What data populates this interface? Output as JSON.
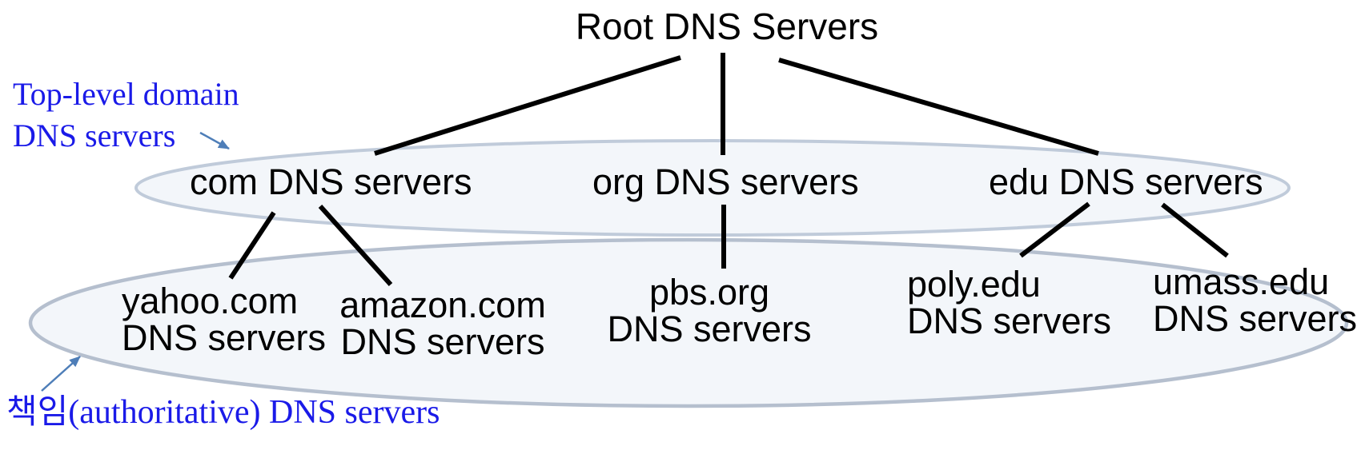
{
  "diagram": {
    "title": "Root DNS Servers",
    "annotations": {
      "tld": {
        "line1": "Top-level domain",
        "line2": "DNS servers"
      },
      "authoritative": {
        "prefix": "책임",
        "rest": "(authoritative) DNS servers"
      }
    },
    "tld_nodes": {
      "com": "com DNS servers",
      "org": "org DNS servers",
      "edu": "edu DNS servers"
    },
    "authoritative_nodes": {
      "yahoo": {
        "line1": "yahoo.com",
        "line2": "DNS servers"
      },
      "amazon": {
        "line1": "amazon.com",
        "line2": "DNS servers"
      },
      "pbs": {
        "line1": "pbs.org",
        "line2": "DNS servers"
      },
      "poly": {
        "line1": "poly.edu",
        "line2": "DNS servers"
      },
      "umass": {
        "line1": "umass.edu",
        "line2": "DNS servers"
      }
    },
    "colors": {
      "text": "#000000",
      "annotation_text": "#1A1AE8",
      "arrow": "#4E7EB8",
      "connector": "#000000",
      "ellipse_fill": "#F3F6FA",
      "ellipse_stroke_top": "#C0CBDA",
      "ellipse_stroke_bottom": "#B5BFCE"
    }
  }
}
